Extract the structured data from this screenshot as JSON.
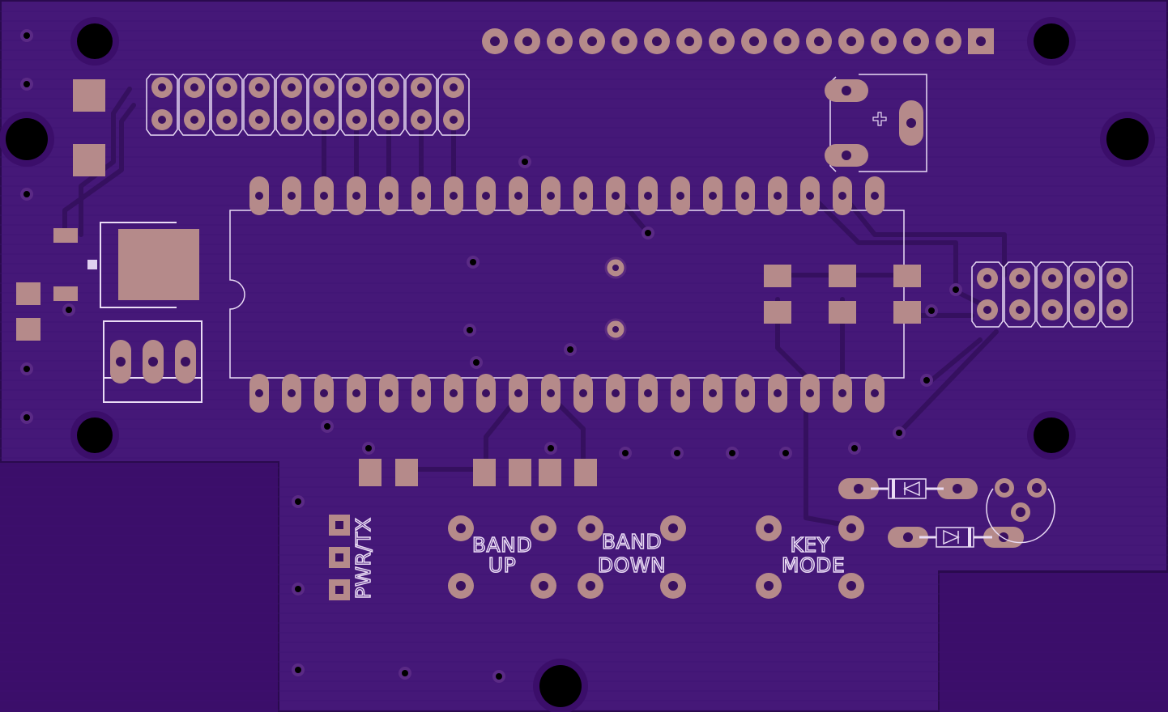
{
  "board": {
    "colors": {
      "background": "#2a0a4e",
      "substrate": "#451878",
      "copper_fill": "#4d1d85",
      "trace": "#3a1066",
      "pad": "#b58a8a",
      "silkscreen": "#eadcf5",
      "hole": "#000000"
    }
  },
  "labels": {
    "band_up_1": "BAND",
    "band_up_2": "UP",
    "band_down_1": "BAND",
    "band_down_2": "DOWN",
    "key_mode_1": "KEY",
    "key_mode_2": "MODE",
    "pwr_tx": "PWR/TX"
  }
}
